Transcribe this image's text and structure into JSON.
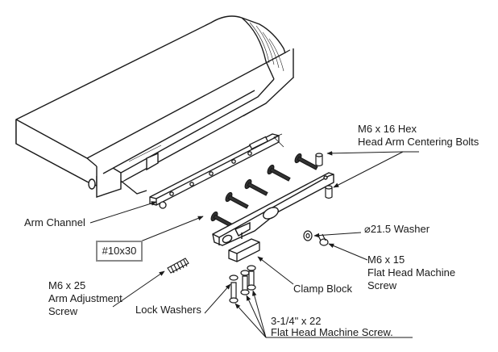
{
  "labels": {
    "centering_bolts_1": "M6 x 16 Hex",
    "centering_bolts_2": "Head Arm Centering Bolts",
    "arm_channel": "Arm Channel",
    "washer": "⌀21.5 Washer",
    "fh_screw_1": "M6 x 15",
    "fh_screw_2": "Flat Head Machine",
    "fh_screw_3": "Screw",
    "size_box": "#10x30",
    "clamp_block": "Clamp Block",
    "adj_screw_1": "M6 x 25",
    "adj_screw_2": "Arm Adjustment",
    "adj_screw_3": "Screw",
    "lock_washers": "Lock Washers",
    "fh_screw22_1": "3-1/4\" x 22",
    "fh_screw22_2": "Flat Head Machine Screw."
  }
}
